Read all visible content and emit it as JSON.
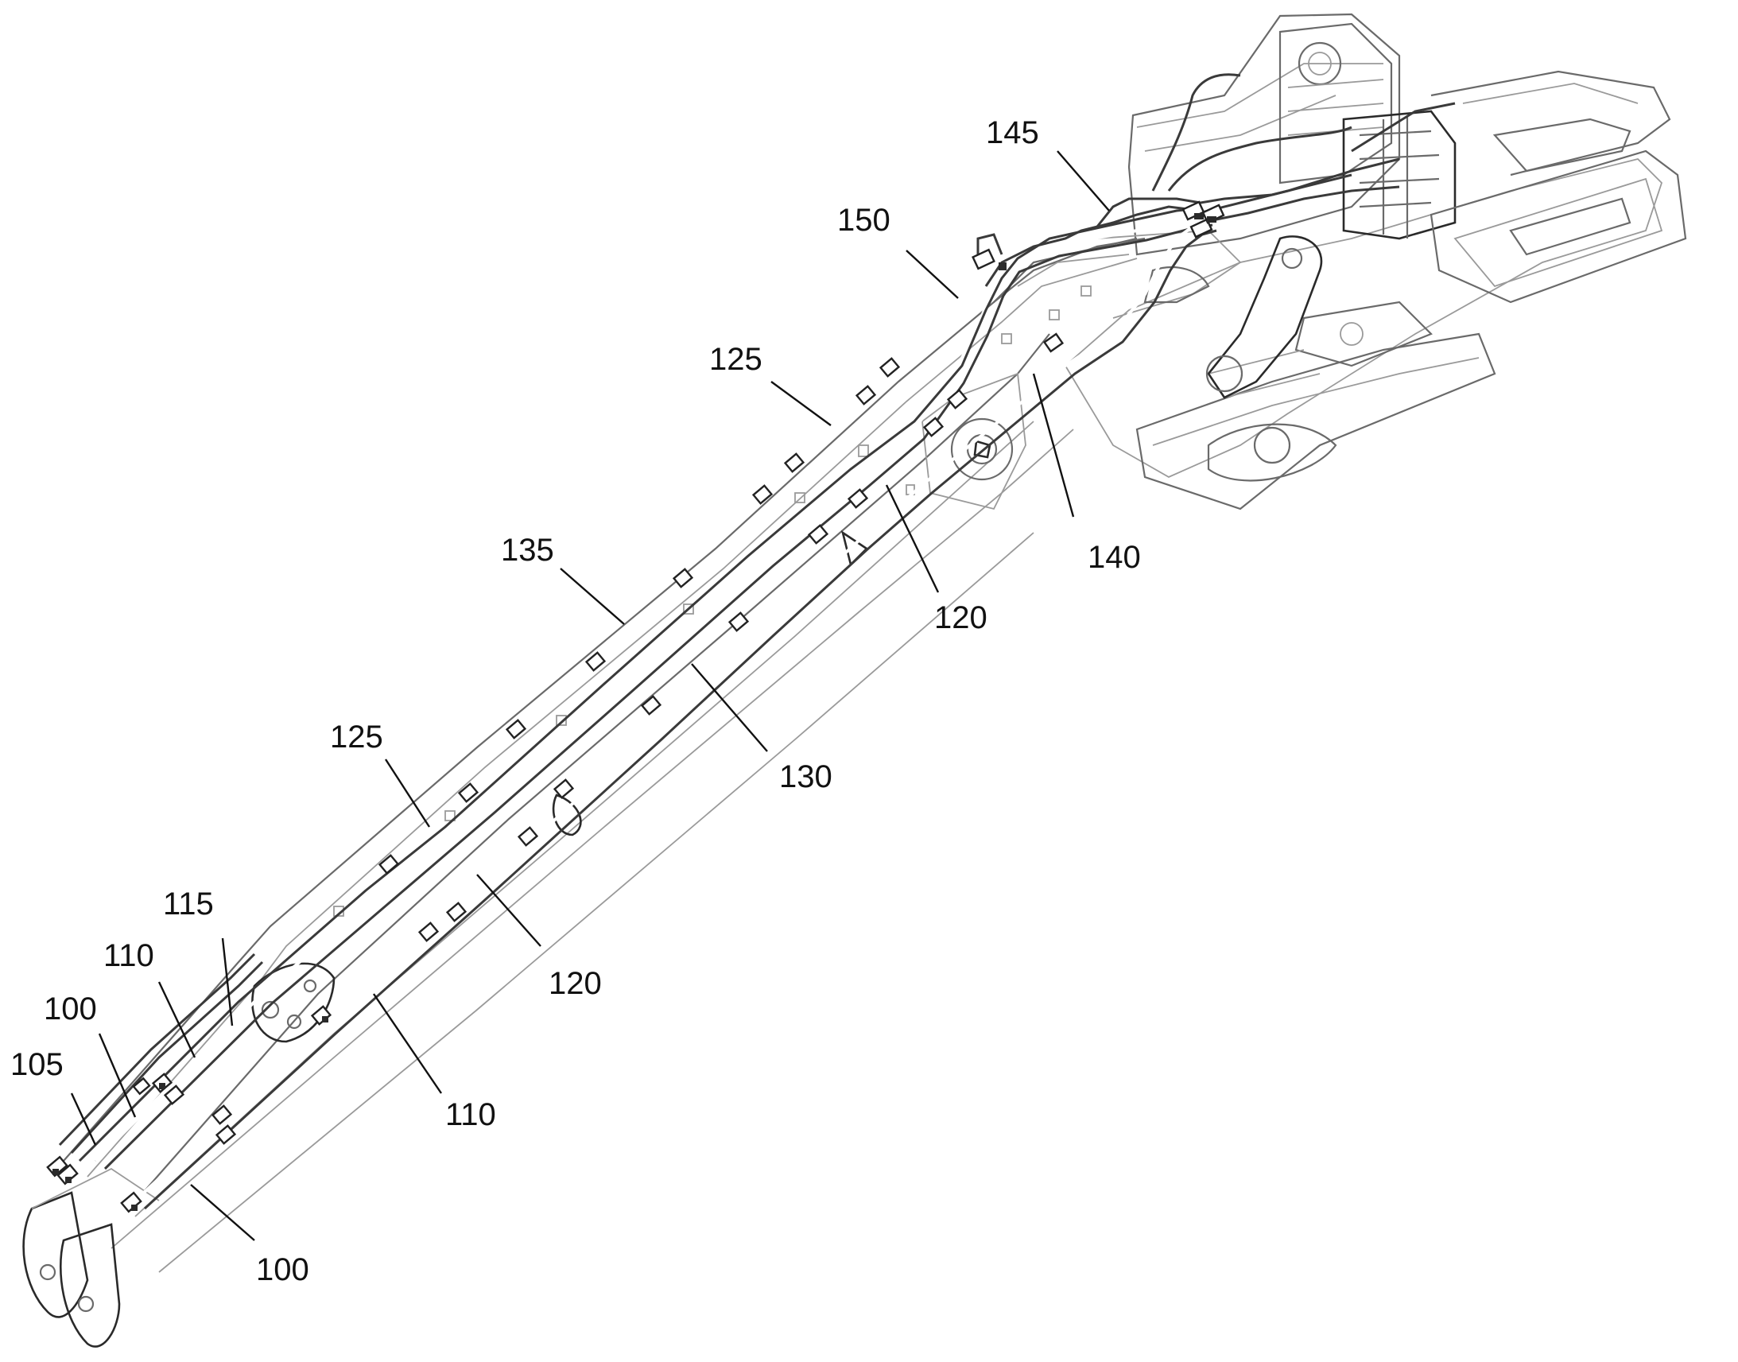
{
  "labels": {
    "l145": "145",
    "l150": "150",
    "l125a": "125",
    "l135": "135",
    "l140": "140",
    "l120a": "120",
    "l130": "130",
    "l125b": "125",
    "l115": "115",
    "l110a": "110",
    "l100a": "100",
    "l105": "105",
    "l120b": "120",
    "l110b": "110",
    "l100b": "100"
  }
}
